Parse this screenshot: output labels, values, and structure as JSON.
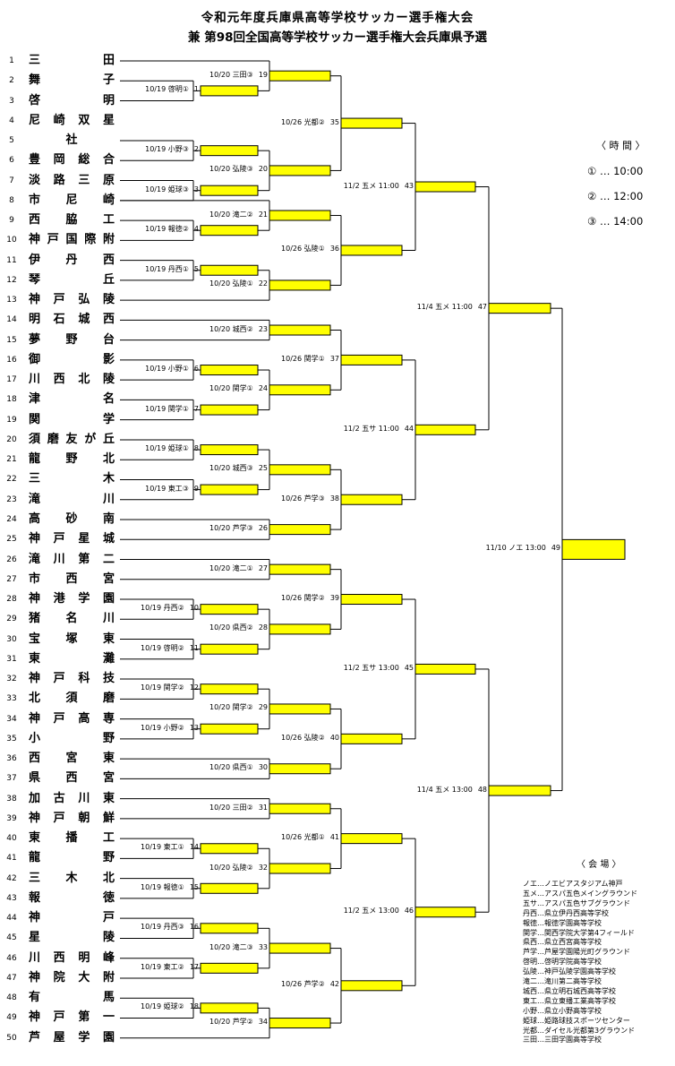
{
  "title": {
    "line1": "令和元年度兵庫県高等学校サッカー選手権大会",
    "line2": "兼 第98回全国高等学校サッカー選手権大会兵庫県予選"
  },
  "teams": [
    {
      "seed": "1",
      "name": "三田"
    },
    {
      "seed": "2",
      "name": "舞子"
    },
    {
      "seed": "3",
      "name": "啓明"
    },
    {
      "seed": "4",
      "name": "尼崎双星"
    },
    {
      "seed": "5",
      "name": "社"
    },
    {
      "seed": "6",
      "name": "豊岡総合"
    },
    {
      "seed": "7",
      "name": "淡路三原"
    },
    {
      "seed": "8",
      "name": "市尼崎"
    },
    {
      "seed": "9",
      "name": "西脇工"
    },
    {
      "seed": "10",
      "name": "神戸国際附"
    },
    {
      "seed": "11",
      "name": "伊丹西"
    },
    {
      "seed": "12",
      "name": "琴丘"
    },
    {
      "seed": "13",
      "name": "神戸弘陵"
    },
    {
      "seed": "14",
      "name": "明石城西"
    },
    {
      "seed": "15",
      "name": "夢野台"
    },
    {
      "seed": "16",
      "name": "御影"
    },
    {
      "seed": "17",
      "name": "川西北陵"
    },
    {
      "seed": "18",
      "name": "津名"
    },
    {
      "seed": "19",
      "name": "関学"
    },
    {
      "seed": "20",
      "name": "須磨友が丘"
    },
    {
      "seed": "21",
      "name": "龍野北"
    },
    {
      "seed": "22",
      "name": "三木"
    },
    {
      "seed": "23",
      "name": "滝川"
    },
    {
      "seed": "24",
      "name": "高砂南"
    },
    {
      "seed": "25",
      "name": "神戸星城"
    },
    {
      "seed": "26",
      "name": "滝川第二"
    },
    {
      "seed": "27",
      "name": "市西宮"
    },
    {
      "seed": "28",
      "name": "神港学園"
    },
    {
      "seed": "29",
      "name": "猪名川"
    },
    {
      "seed": "30",
      "name": "宝塚東"
    },
    {
      "seed": "31",
      "name": "東灘"
    },
    {
      "seed": "32",
      "name": "神戸科技"
    },
    {
      "seed": "33",
      "name": "北須磨"
    },
    {
      "seed": "34",
      "name": "神戸高専"
    },
    {
      "seed": "35",
      "name": "小野"
    },
    {
      "seed": "36",
      "name": "西宮東"
    },
    {
      "seed": "37",
      "name": "県西宮"
    },
    {
      "seed": "38",
      "name": "加古川東"
    },
    {
      "seed": "39",
      "name": "神戸朝鮮"
    },
    {
      "seed": "40",
      "name": "東播工"
    },
    {
      "seed": "41",
      "name": "龍野"
    },
    {
      "seed": "42",
      "name": "三木北"
    },
    {
      "seed": "43",
      "name": "報徳"
    },
    {
      "seed": "44",
      "name": "神戸"
    },
    {
      "seed": "45",
      "name": "星陵"
    },
    {
      "seed": "46",
      "name": "川西明峰"
    },
    {
      "seed": "47",
      "name": "神院大附"
    },
    {
      "seed": "48",
      "name": "有馬"
    },
    {
      "seed": "49",
      "name": "神戸第一"
    },
    {
      "seed": "50",
      "name": "芦屋学園"
    }
  ],
  "matches": [
    {
      "no": 1,
      "info": "10/19 啓明①",
      "num": "1"
    },
    {
      "no": 2,
      "info": "10/19 小野③",
      "num": "2"
    },
    {
      "no": 3,
      "info": "10/19 姫球③",
      "num": "3"
    },
    {
      "no": 4,
      "info": "10/19 報徳②",
      "num": "4"
    },
    {
      "no": 5,
      "info": "10/19 丹西①",
      "num": "5"
    },
    {
      "no": 6,
      "info": "10/19 小野①",
      "num": "6"
    },
    {
      "no": 7,
      "info": "10/19 関学①",
      "num": "7"
    },
    {
      "no": 8,
      "info": "10/19 姫球①",
      "num": "8"
    },
    {
      "no": 9,
      "info": "10/19 東工③",
      "num": "9"
    },
    {
      "no": 10,
      "info": "10/19 丹西②",
      "num": "10"
    },
    {
      "no": 11,
      "info": "10/19 啓明②",
      "num": "11"
    },
    {
      "no": 12,
      "info": "10/19 関学②",
      "num": "12"
    },
    {
      "no": 13,
      "info": "10/19 小野②",
      "num": "13"
    },
    {
      "no": 14,
      "info": "10/19 東工①",
      "num": "14"
    },
    {
      "no": 15,
      "info": "10/19 報徳①",
      "num": "15"
    },
    {
      "no": 16,
      "info": "10/19 丹西③",
      "num": "16"
    },
    {
      "no": 17,
      "info": "10/19 東工②",
      "num": "17"
    },
    {
      "no": 18,
      "info": "10/19 姫球②",
      "num": "18"
    },
    {
      "no": 19,
      "info": "10/20 三田③",
      "num": "19"
    },
    {
      "no": 20,
      "info": "10/20 弘陵③",
      "num": "20"
    },
    {
      "no": 21,
      "info": "10/20 滝二②",
      "num": "21"
    },
    {
      "no": 22,
      "info": "10/20 弘陵①",
      "num": "22"
    },
    {
      "no": 23,
      "info": "10/20 城西②",
      "num": "23"
    },
    {
      "no": 24,
      "info": "10/20 関学①",
      "num": "24"
    },
    {
      "no": 25,
      "info": "10/20 城西③",
      "num": "25"
    },
    {
      "no": 26,
      "info": "10/20 芦学③",
      "num": "26"
    },
    {
      "no": 27,
      "info": "10/20 滝二①",
      "num": "27"
    },
    {
      "no": 28,
      "info": "10/20 県西②",
      "num": "28"
    },
    {
      "no": 29,
      "info": "10/20 関学②",
      "num": "29"
    },
    {
      "no": 30,
      "info": "10/20 県西①",
      "num": "30"
    },
    {
      "no": 31,
      "info": "10/20 三田②",
      "num": "31"
    },
    {
      "no": 32,
      "info": "10/20 弘陵②",
      "num": "32"
    },
    {
      "no": 33,
      "info": "10/20 滝二③",
      "num": "33"
    },
    {
      "no": 34,
      "info": "10/20 芦学②",
      "num": "34"
    },
    {
      "no": 35,
      "info": "10/26 光都②",
      "num": "35"
    },
    {
      "no": 36,
      "info": "10/26 弘陵①",
      "num": "36"
    },
    {
      "no": 37,
      "info": "10/26 関学①",
      "num": "37"
    },
    {
      "no": 38,
      "info": "10/26 芦学③",
      "num": "38"
    },
    {
      "no": 39,
      "info": "10/26 関学②",
      "num": "39"
    },
    {
      "no": 40,
      "info": "10/26 弘陵②",
      "num": "40"
    },
    {
      "no": 41,
      "info": "10/26 光都①",
      "num": "41"
    },
    {
      "no": 42,
      "info": "10/26 芦学②",
      "num": "42"
    },
    {
      "no": 43,
      "info": "11/2 五メ 11:00",
      "num": "43"
    },
    {
      "no": 44,
      "info": "11/2 五サ 11:00",
      "num": "44"
    },
    {
      "no": 45,
      "info": "11/2 五サ 13:00",
      "num": "45"
    },
    {
      "no": 46,
      "info": "11/2 五メ 13:00",
      "num": "46"
    },
    {
      "no": 47,
      "info": "11/4 五メ 11:00",
      "num": "47"
    },
    {
      "no": 48,
      "info": "11/4 五メ 13:00",
      "num": "48"
    },
    {
      "no": 49,
      "info": "11/10 ノエ 13:00",
      "num": "49"
    }
  ],
  "schedule": {
    "heading": "〈 時 間 〉",
    "times": [
      "① … 10:00",
      "② … 12:00",
      "③ … 14:00"
    ]
  },
  "venues": {
    "heading": "〈 会 場 〉",
    "lines": [
      "ノエ…ノエビアスタジアム神戸",
      "五メ…アスパ五色メイングラウンド",
      "五サ…アスパ五色サブグラウンド",
      "丹西…県立伊丹西高等学校",
      "報徳…報徳学園高等学校",
      "関学…関西学院大学第4フィールド",
      "県西…県立西宮高等学校",
      "芦学…芦屋学園陽光町グラウンド",
      "啓明…啓明学院高等学校",
      "弘陵…神戸弘陵学園高等学校",
      "滝二…滝川第二高等学校",
      "城西…県立明石城西高等学校",
      "東工…県立東播工業高等学校",
      "小野…県立小野高等学校",
      "姫球…姫路球技スポーツセンター",
      "光都…ダイセル光都第3グラウンド",
      "三田…三田学園高等学校"
    ]
  },
  "colors": {
    "highlight": "#ffff00",
    "line": "#000000"
  }
}
